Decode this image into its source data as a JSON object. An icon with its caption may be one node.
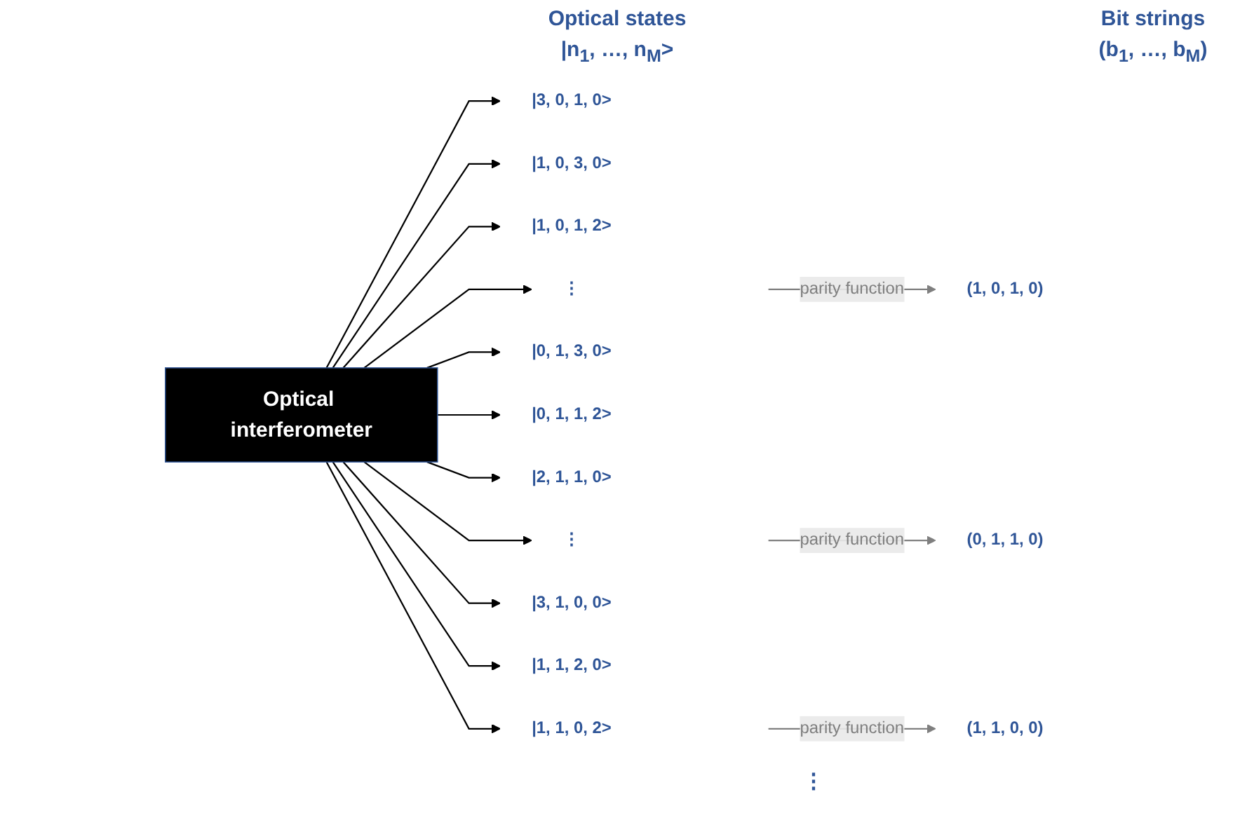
{
  "diagram": {
    "nodes": [
      {
        "text": [
          "Optical interferometer"
        ]
      },
      {
        "text": [
          "|3, 0, 1, 0>"
        ]
      },
      {
        "text": [
          "|1, 0, 3, 0>"
        ]
      },
      {
        "text": [
          "|1, 0, 1, 2>"
        ]
      },
      {
        "text": [
          "⋮"
        ]
      },
      {
        "text": [
          "|0, 1, 3, 0>"
        ]
      },
      {
        "text": [
          "|0, 1, 1, 2>"
        ]
      },
      {
        "text": [
          "|2, 1, 1, 0>"
        ]
      },
      {
        "text": [
          "⋮"
        ]
      },
      {
        "text": [
          "|3, 1, 0, 0>"
        ]
      },
      {
        "text": [
          "|1, 1, 2, 0>"
        ]
      },
      {
        "text": [
          "|1, 1, 0, 2>"
        ]
      },
      {
        "text": [
          "(1, 0, 1, 0)"
        ]
      },
      {
        "text": [
          "(0, 1, 1, 0)"
        ]
      },
      {
        "text": [
          "(1, 1, 0, 0)"
        ]
      }
    ],
    "edges": [
      {
        "from": 0,
        "to": 1,
        "arrow": "to"
      },
      {
        "from": 0,
        "to": 2,
        "arrow": "to"
      },
      {
        "from": 0,
        "to": 3,
        "arrow": "to"
      },
      {
        "from": 0,
        "to": 4,
        "arrow": "to"
      },
      {
        "from": 0,
        "to": 5,
        "arrow": "to"
      },
      {
        "from": 0,
        "to": 6,
        "arrow": "to"
      },
      {
        "from": 0,
        "to": 7,
        "arrow": "to"
      },
      {
        "from": 0,
        "to": 8,
        "arrow": "to"
      },
      {
        "from": 0,
        "to": 9,
        "arrow": "to"
      },
      {
        "from": 0,
        "to": 10,
        "arrow": "to"
      },
      {
        "from": 0,
        "to": 11,
        "arrow": "to"
      },
      {
        "from": null,
        "to": 12,
        "arrow": "to",
        "label": "parity function",
        "color": "#7f7f7f"
      },
      {
        "from": null,
        "to": 13,
        "arrow": "to",
        "label": "parity function",
        "color": "#7f7f7f"
      },
      {
        "from": null,
        "to": 14,
        "arrow": "to",
        "label": "parity function",
        "color": "#7f7f7f"
      }
    ],
    "labels": [
      "Optical states",
      "|n$_{1}$, …, n$_{M}$>",
      "Bit strings",
      "(b$_{1}$, …, b$_{M}$)",
      "⋮"
    ]
  }
}
